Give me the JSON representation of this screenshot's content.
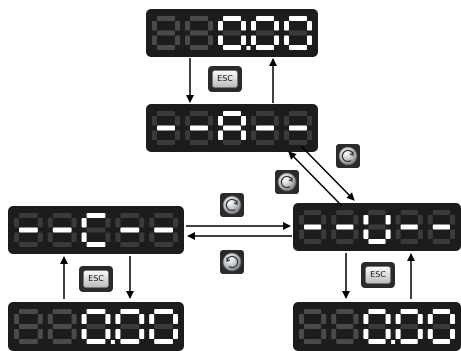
{
  "displays": [
    {
      "id": "top",
      "chars": [
        "8",
        "8",
        "0",
        "0",
        "0"
      ],
      "lit": [
        false,
        false,
        true,
        true,
        true
      ],
      "dots": [
        false,
        false,
        true,
        false,
        false
      ]
    },
    {
      "id": "mode-a",
      "chars": [
        "-",
        "-",
        "A",
        "-",
        "-"
      ],
      "lit": [
        true,
        true,
        true,
        true,
        true
      ],
      "dots": [
        false,
        false,
        false,
        false,
        false
      ]
    },
    {
      "id": "mode-c",
      "chars": [
        "-",
        "-",
        "C",
        "-",
        "-"
      ],
      "lit": [
        true,
        true,
        true,
        true,
        true
      ],
      "dots": [
        false,
        false,
        false,
        false,
        false
      ]
    },
    {
      "id": "mode-u",
      "chars": [
        "-",
        "-",
        "U",
        "-",
        "-"
      ],
      "lit": [
        true,
        true,
        true,
        true,
        true
      ],
      "dots": [
        false,
        false,
        false,
        false,
        false
      ]
    },
    {
      "id": "bottom-left",
      "chars": [
        "8",
        "8",
        "0",
        "0",
        "0"
      ],
      "lit": [
        false,
        false,
        true,
        true,
        true
      ],
      "dots": [
        false,
        false,
        true,
        false,
        false
      ]
    },
    {
      "id": "bottom-right",
      "chars": [
        "8",
        "8",
        "0",
        "0",
        "0"
      ],
      "lit": [
        false,
        false,
        true,
        true,
        true
      ],
      "dots": [
        false,
        false,
        true,
        false,
        false
      ]
    }
  ],
  "esc_buttons": [
    {
      "label": "ESC"
    },
    {
      "label": "ESC"
    },
    {
      "label": "ESC"
    }
  ],
  "knobs": [
    {
      "rotation": "counterclockwise"
    },
    {
      "rotation": "counterclockwise"
    },
    {
      "rotation": "counterclockwise"
    },
    {
      "rotation": "clockwise"
    }
  ],
  "colors": {
    "panel": "#1c1c1c",
    "segment_on": "#ffffff",
    "segment_off": "#4a4a4a",
    "arrow": "#000000"
  }
}
